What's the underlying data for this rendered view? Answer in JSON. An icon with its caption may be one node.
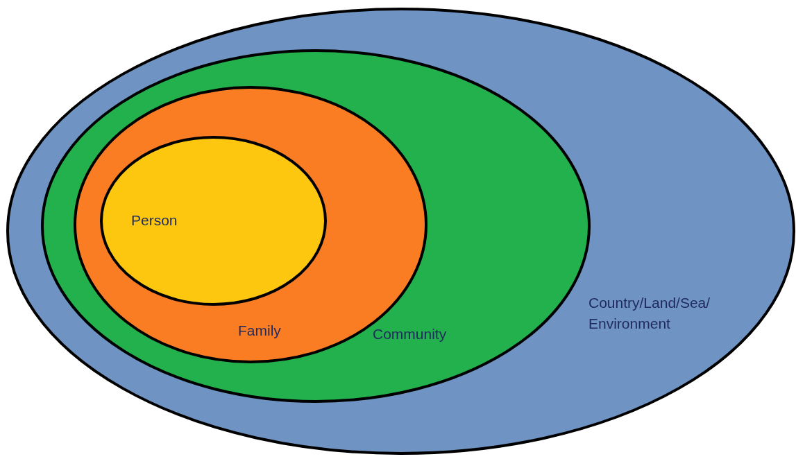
{
  "diagram": {
    "nodes": [
      {
        "text": [
          "Country/Land/Sea/ Environment"
        ]
      },
      {
        "text": [
          "Community"
        ],
        "in": 0
      },
      {
        "text": [
          "Family"
        ],
        "in": 1
      },
      {
        "text": [
          "Person"
        ],
        "in": 2
      }
    ]
  }
}
